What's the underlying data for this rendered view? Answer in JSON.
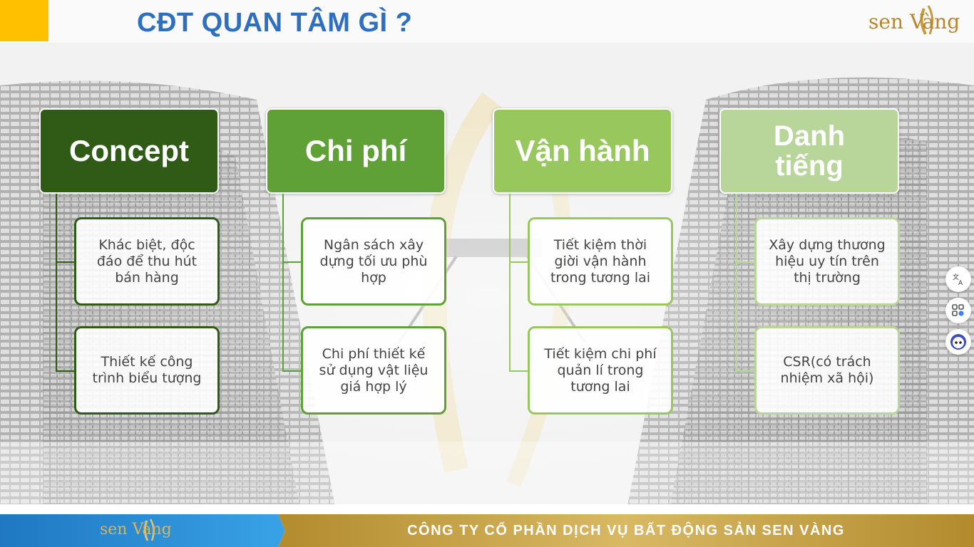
{
  "slide": {
    "title": "CĐT QUAN TÂM GÌ ?",
    "logo_text": "sen Vàng",
    "footer_company": "CÔNG TY CỔ PHẦN DỊCH VỤ BẤT ĐỘNG SẢN SEN VÀNG"
  },
  "columns": [
    {
      "header": "Concept",
      "items": [
        "Khác biệt, độc\nđáo để thu hút\nbán hàng",
        "Thiết kế công\ntrình  biểu tượng"
      ]
    },
    {
      "header": "Chi phí",
      "items": [
        "Ngân sách xây\ndựng tối ưu phù\nhợp",
        "Chi phí thiết kế\nsử dụng vật liệu\ngiá hợp lý"
      ]
    },
    {
      "header": "Vận hành",
      "items": [
        "Tiết kiệm thời\ngiời vận hành\ntrong tương lai",
        "Tiết kiệm chi phí\nquản lí trong\ntương lai"
      ]
    },
    {
      "header_line1": "Danh",
      "header_line2": "tiếng",
      "items": [
        "Xây dựng thương\nhiệu uy tín trên\nthị trường",
        "CSR(có trách\nnhiệm xã hội)"
      ]
    }
  ],
  "colors": {
    "concept": "#2f5b17",
    "chi_phi": "#5fa137",
    "van_hanh": "#98c75e",
    "danh_tieng": "#b8d59a",
    "title": "#2f6fbf",
    "gold": "#b8862b",
    "accent_yellow": "#ffc000"
  },
  "side_icons": [
    "translate-icon",
    "apps-icon",
    "assistant-face-icon"
  ]
}
